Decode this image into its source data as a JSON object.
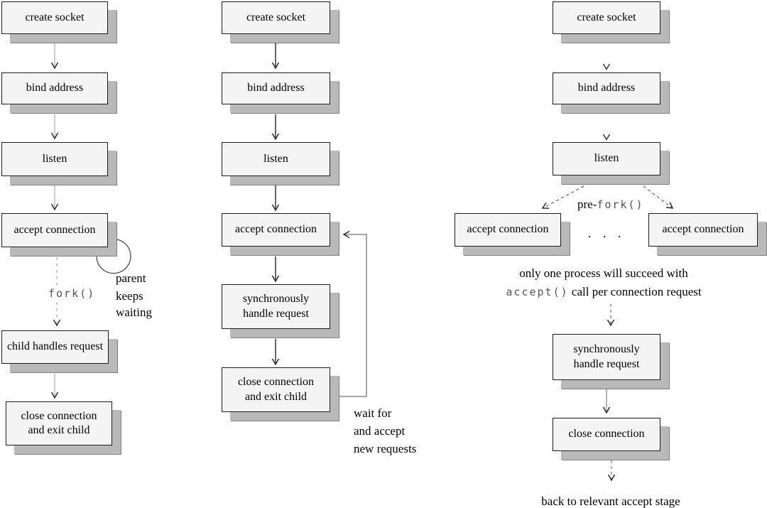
{
  "diagram_title": "socket server flow diagrams",
  "colors": {
    "box_fill": "#f4f4f4",
    "box_border": "#1c1c1c",
    "shadow": "#b9b9b9",
    "shadow_edge": "#7e7e7e",
    "thin_arrow": "#999999",
    "thick_arrow": "#666666",
    "loop_line": "#888888",
    "arrowhead": "#222222",
    "code_text": "#555555"
  },
  "col1": {
    "box1": "create socket",
    "box2": "bind address",
    "box3": "listen",
    "box4": "accept connection",
    "box5": "child handles request",
    "box6_l1": "close connection",
    "box6_l2": "and exit child",
    "fork_label": "fork()",
    "loop_l1": "parent",
    "loop_l2": "keeps",
    "loop_l3": "waiting"
  },
  "col2": {
    "box1": "create socket",
    "box2": "bind address",
    "box3": "listen",
    "box4": "accept connection",
    "box5_l1": "synchronously",
    "box5_l2": "handle request",
    "box6_l1": "close connection",
    "box6_l2": "and exit child",
    "loop_l1": "wait for",
    "loop_l2": "and accept",
    "loop_l3": "new requests"
  },
  "col3": {
    "box1": "create socket",
    "box2": "bind address",
    "box3": "listen",
    "prefork_prefix": "pre-",
    "prefork_code": "fork()",
    "accept_left": "accept connection",
    "accept_right": "accept connection",
    "dots": ". . .",
    "note_line1": "only one process will succeed with",
    "note_code": "accept()",
    "note_line2": " call per connection request",
    "box_sync_l1": "synchronously",
    "box_sync_l2": "handle request",
    "box_close": "close connection",
    "footer": "back to relevant accept stage"
  }
}
